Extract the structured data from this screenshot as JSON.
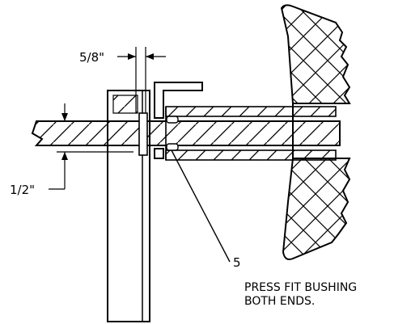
{
  "dimensions": {
    "top": "5/8\"",
    "left": "1/2\""
  },
  "callout": {
    "number": "5",
    "note_line1": "PRESS FIT BUSHING",
    "note_line2": "BOTH ENDS."
  },
  "colors": {
    "line": "#000000",
    "background": "#ffffff"
  }
}
